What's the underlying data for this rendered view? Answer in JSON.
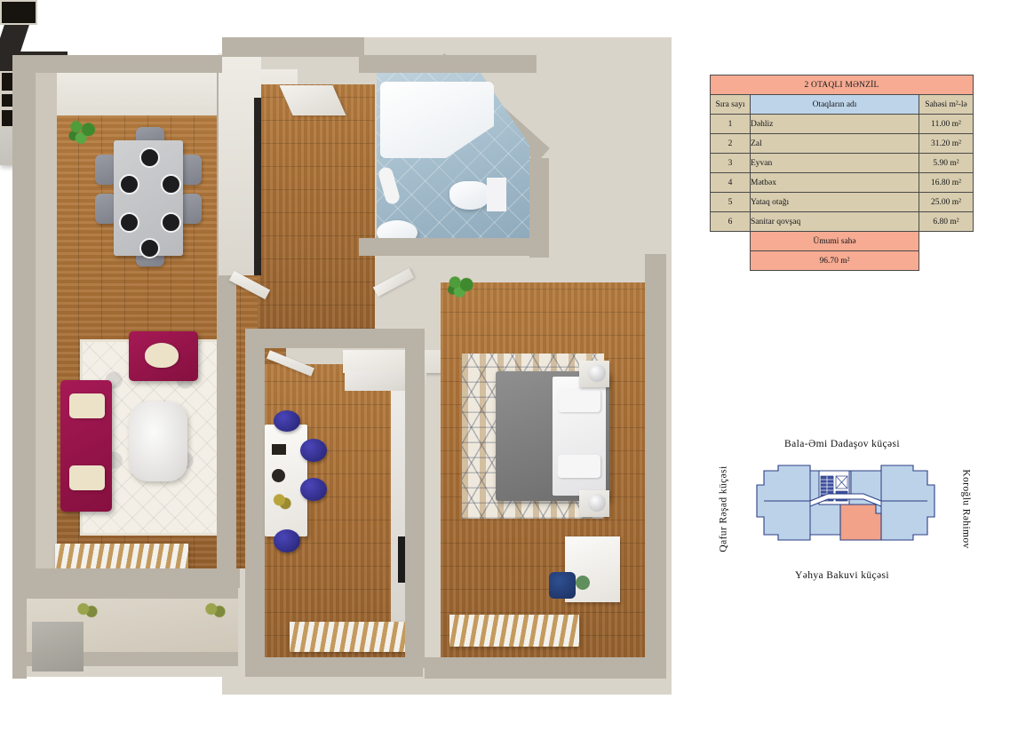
{
  "document": {
    "type": "apartment-floor-plan",
    "title": "2 OTAQLI MƏNZİL"
  },
  "spec_table": {
    "title": "2 OTAQLI MƏNZİL",
    "headers": {
      "number": "Sıra sayı",
      "room": "Otaqların adı",
      "area": "Sahəsi m²-lə"
    },
    "rows": [
      {
        "no": "1",
        "room": "Dəhliz",
        "area": "11.00 m²"
      },
      {
        "no": "2",
        "room": "Zal",
        "area": "31.20 m²"
      },
      {
        "no": "3",
        "room": "Eyvan",
        "area": "5.90 m²"
      },
      {
        "no": "4",
        "room": "Mətbəx",
        "area": "16.80 m²"
      },
      {
        "no": "5",
        "room": "Yataq otağı",
        "area": "25.00 m²"
      },
      {
        "no": "6",
        "room": "Sanitar qovşaq",
        "area": "6.80 m²"
      }
    ],
    "total_label": "Ümumi sahə",
    "total_value": "96.70 m²"
  },
  "key_plan": {
    "streets": {
      "top": "Bala-Əmi Dadaşov küçəsi",
      "left": "Qafur Rəşad  küçəsi",
      "right": "Koroğlu Rəhimov",
      "bottom": "Yəhya  Bakuvi  küçəsi"
    },
    "highlight_color": "#f2a288",
    "unit_color": "#bcd2e8",
    "outline_color": "#2b3f86"
  },
  "colors": {
    "title_bar": "#f6ab92",
    "table_header": "#bed4e8",
    "table_body": "#d8cdaf",
    "total_row": "#f6ab92",
    "wall": "#b9b2a6",
    "wood_floor": "#a86f36",
    "bath_tile": "#9fb9c9",
    "accent_magenta": "#a61955"
  },
  "rooms": {
    "zal": "Zal",
    "dehliz": "Dəhliz",
    "metbex": "Mətbəx",
    "yataq": "Yataq otağı",
    "sanitar": "Sanitar qovşaq",
    "eyvan": "Eyvan"
  }
}
